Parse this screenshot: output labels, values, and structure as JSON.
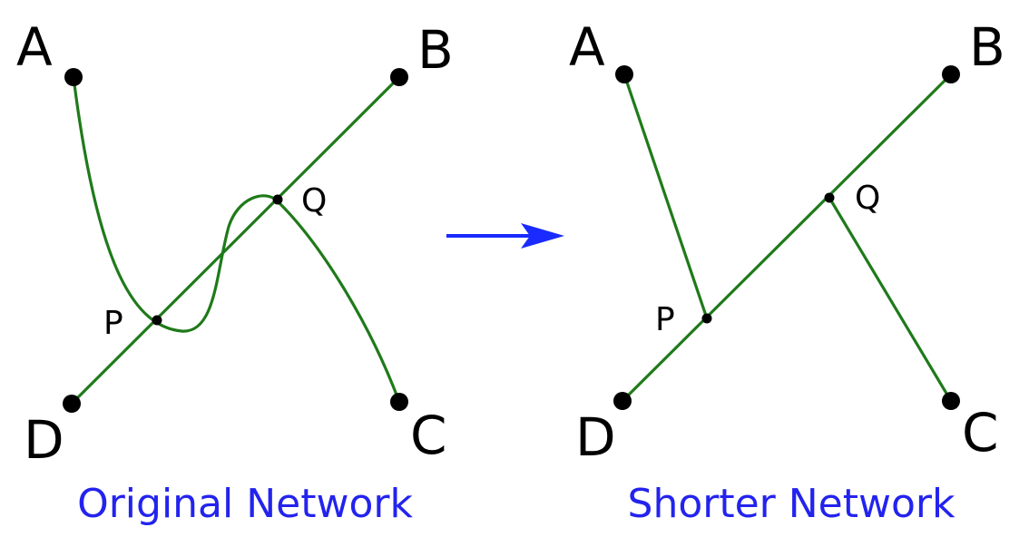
{
  "colors": {
    "edge": "#1f7a1a",
    "node": "#000000",
    "caption": "#2323ee",
    "arrow": "#1a2bff"
  },
  "left_panel": {
    "caption": "Original Network",
    "labels": {
      "a": "A",
      "b": "B",
      "c": "C",
      "d": "D",
      "p": "P",
      "q": "Q"
    }
  },
  "right_panel": {
    "caption": "Shorter Network",
    "labels": {
      "a": "A",
      "b": "B",
      "c": "C",
      "d": "D",
      "p": "P",
      "q": "Q"
    }
  },
  "arrow": {
    "icon": "arrow-right-icon"
  }
}
